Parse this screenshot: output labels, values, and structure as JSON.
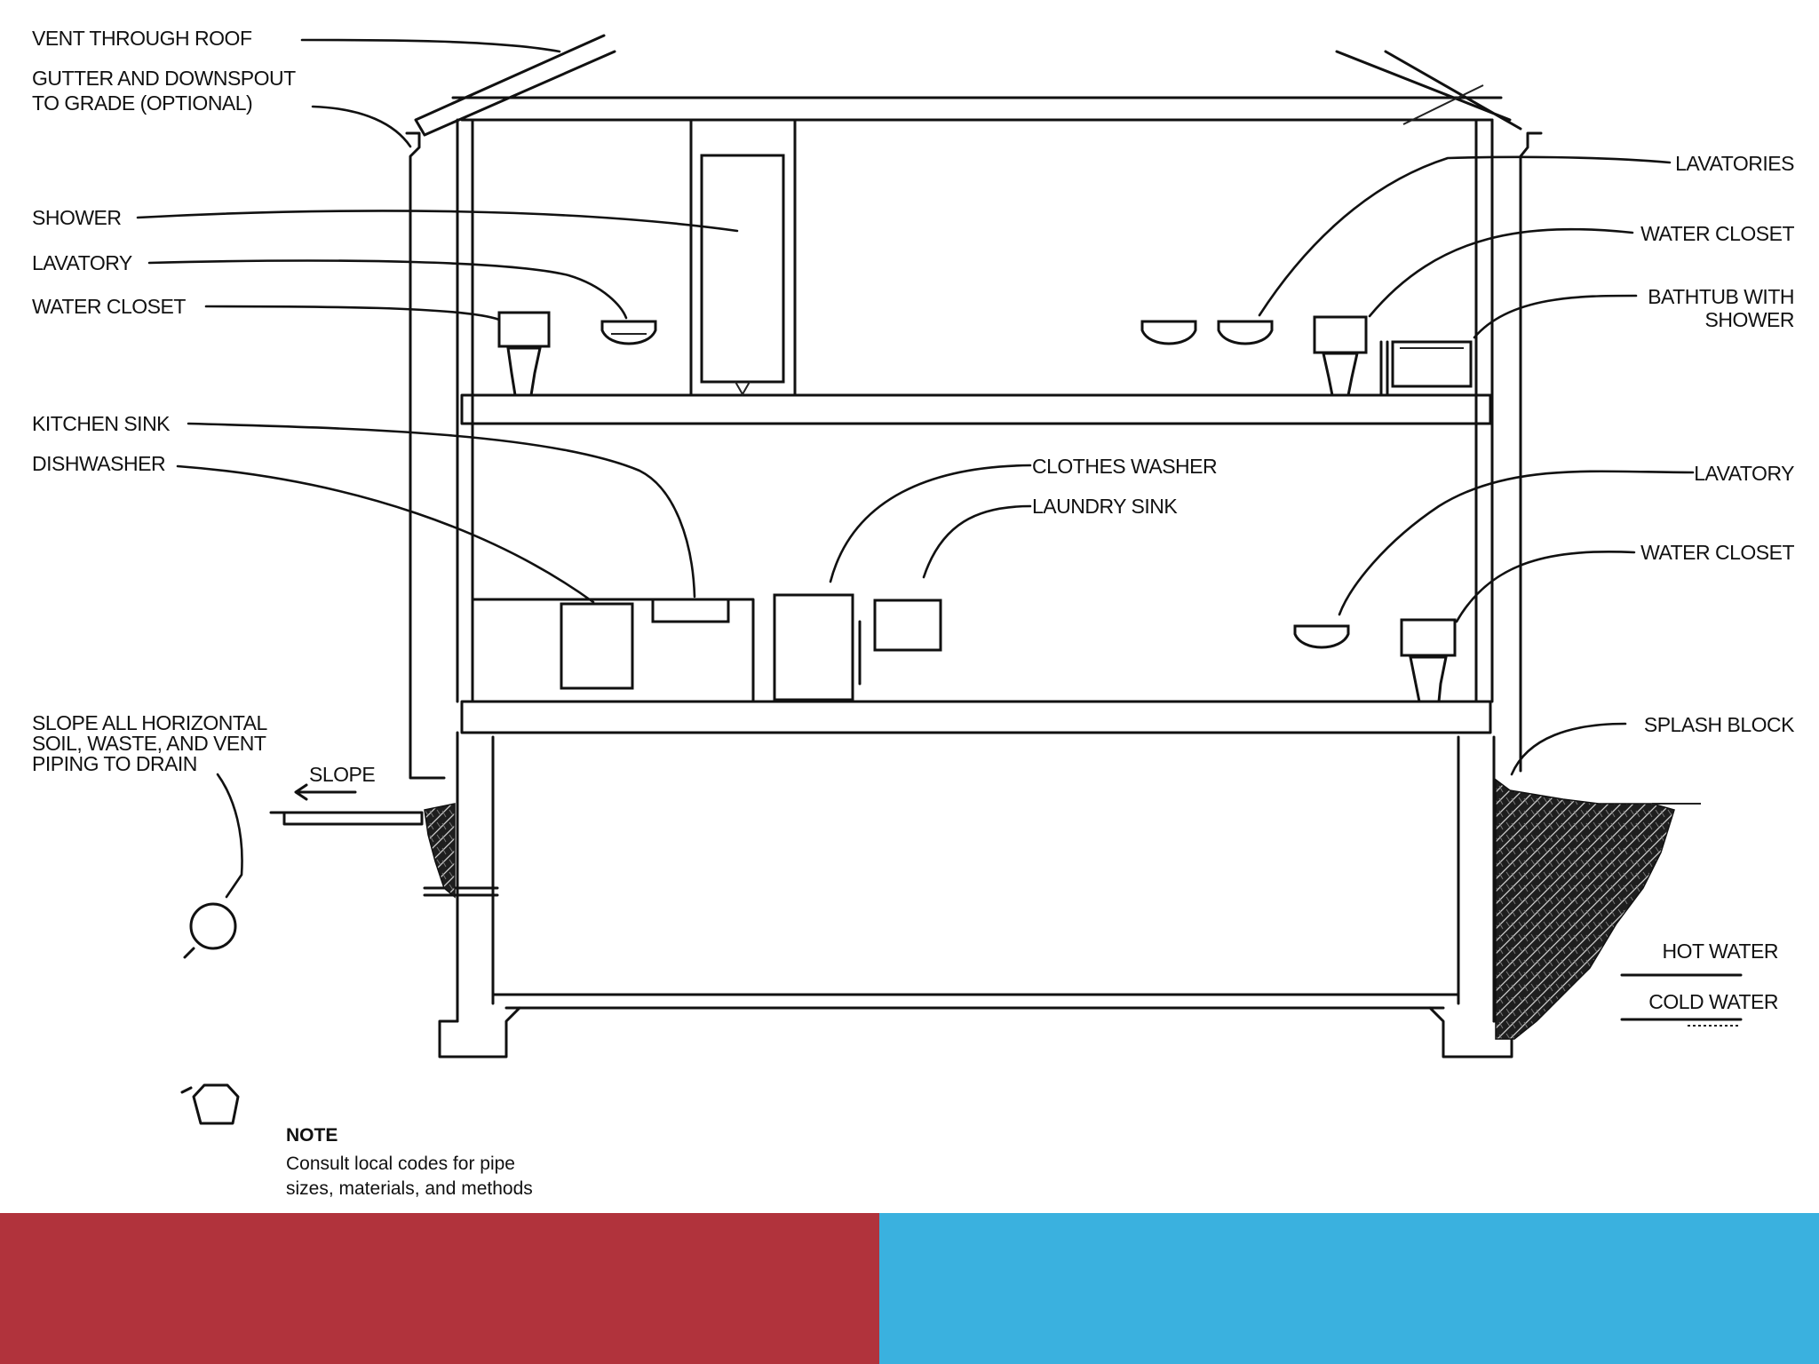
{
  "colors": {
    "red_band": "#b1333c",
    "blue_band": "#3ab1df",
    "ink": "#111111"
  },
  "labels": {
    "vent_through_roof": "VENT THROUGH ROOF",
    "gutter_line1": "GUTTER AND DOWNSPOUT",
    "gutter_line2": "TO GRADE (OPTIONAL)",
    "shower": "SHOWER",
    "lavatory_upper": "LAVATORY",
    "water_closet_upper": "WATER CLOSET",
    "kitchen_sink": "KITCHEN SINK",
    "dishwasher": "DISHWASHER",
    "clothes_washer": "CLOTHES WASHER",
    "laundry_sink": "LAUNDRY SINK",
    "lavatories": "LAVATORIES",
    "water_closet_right_upper": "WATER CLOSET",
    "bathtub_line1": "BATHTUB WITH",
    "bathtub_line2": "SHOWER",
    "lavatory_right": "LAVATORY",
    "water_closet_right_lower": "WATER CLOSET",
    "splash_block": "SPLASH BLOCK",
    "slope_note_line1": "SLOPE ALL HORIZONTAL",
    "slope_note_line2": "SOIL, WASTE, AND VENT",
    "slope_note_line3": "PIPING TO DRAIN",
    "slope": "SLOPE",
    "hot_water": "HOT WATER",
    "cold_water": "COLD WATER"
  },
  "note": {
    "title": "NOTE",
    "line1": "Consult local codes for pipe",
    "line2": "sizes, materials, and methods"
  }
}
